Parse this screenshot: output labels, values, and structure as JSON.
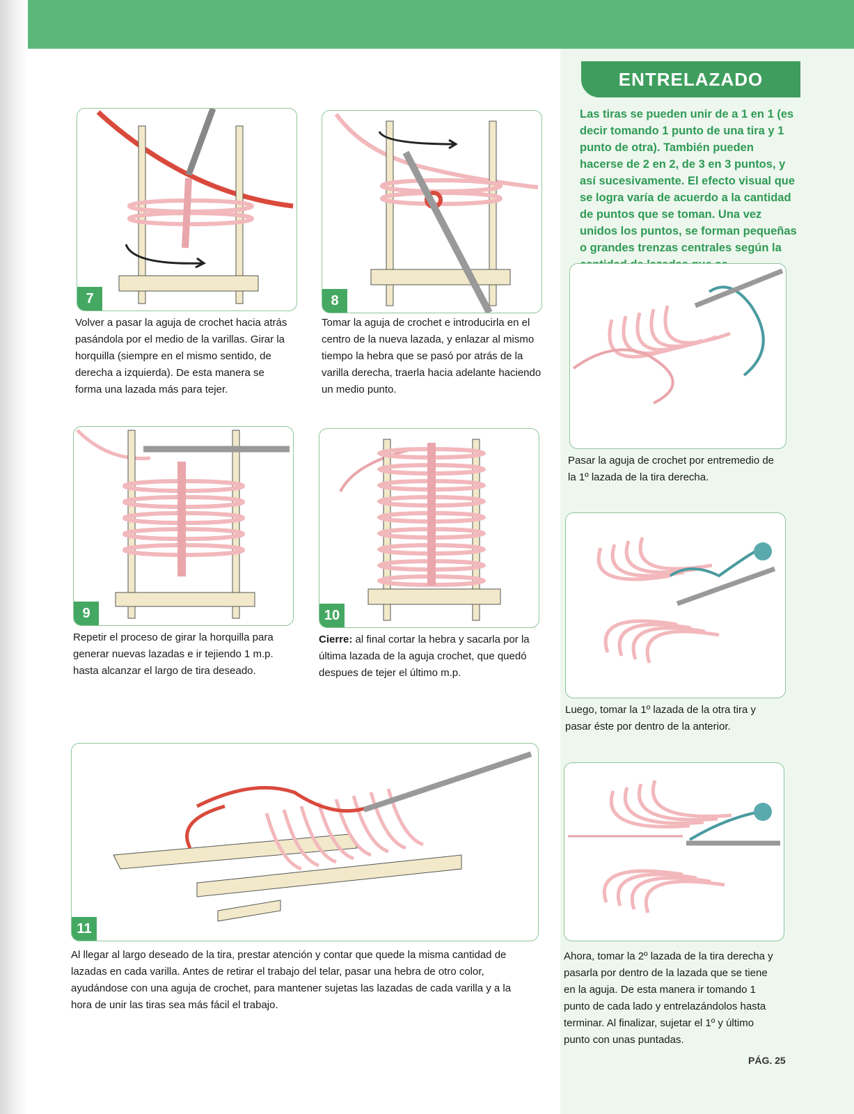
{
  "section": {
    "title": "ENTRELAZADO",
    "intro": "Las tiras se pueden unir de a 1 en 1 (es decir tomando 1 punto de una tira y 1 punto de otra). También pueden hacerse de 2 en 2, de 3 en 3 puntos, y así sucesivamente. El efecto visual que se logra varía de acuerdo a la cantidad de puntos que se toman. Una vez unidos los puntos, se forman pequeñas o grandes trenzas centrales según la cantidad de lazadas que se entrecrucen."
  },
  "steps": [
    {
      "number": "7",
      "text": "Volver a pasar la aguja de crochet hacia atrás pasándola por el medio de la varillas. Girar la horquilla (siempre en el mismo sentido, de derecha a izquierda). De esta manera se forma una lazada más para tejer."
    },
    {
      "number": "8",
      "text": "Tomar la aguja de crochet e introducirla en el centro de la nueva lazada, y enlazar al mismo tiempo la hebra que se pasó por atrás de la varilla derecha, traerla hacia adelante haciendo un medio punto."
    },
    {
      "number": "9",
      "text": "Repetir el proceso de girar la horquilla para generar nuevas lazadas e ir tejiendo 1 m.p. hasta alcanzar el largo de tira deseado."
    },
    {
      "number": "10",
      "label": "Cierre:",
      "text": " al final cortar la hebra y sacarla por la última lazada de la aguja crochet,  que quedó despues de tejer el último m.p."
    },
    {
      "number": "11",
      "text": "Al llegar al largo deseado de la tira, prestar atención y contar que quede la misma cantidad de lazadas en cada varilla. Antes de retirar el trabajo del telar, pasar una hebra de otro color, ayudándose con una aguja de crochet, para mantener sujetas las lazadas de cada varilla y a la hora de unir las tiras sea más fácil el trabajo."
    }
  ],
  "side_steps": [
    {
      "text": "Pasar la aguja de crochet por entremedio de la 1º lazada de la tira derecha."
    },
    {
      "text": "Luego, tomar la 1º lazada de la otra tira y pasar éste por dentro de la anterior."
    },
    {
      "text": "Ahora, tomar la 2º lazada de la tira derecha y pasarla por dentro de la lazada que se tiene en la aguja. De esta manera ir tomando 1 punto de cada lado y entrelazándolos hasta terminar. Al finalizar, sujetar el 1º y último punto con unas puntadas."
    }
  ],
  "footer": {
    "page": "PÁG. 25"
  },
  "colors": {
    "green": "#45a862",
    "red": "#d94a3c",
    "pink": "#f2b8bc",
    "teal": "#4a9aa0",
    "wood": "#f1e9c9"
  }
}
